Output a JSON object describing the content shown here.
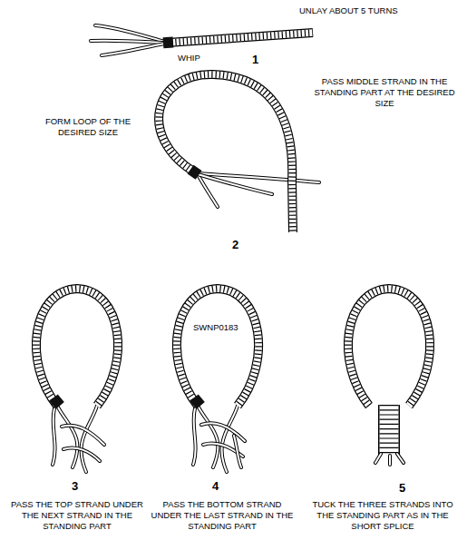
{
  "diagram": {
    "labels": [
      "UNLAY ABOUT 5 TURNS",
      "WHIP",
      "1",
      "FORM LOOP OF THE DESIRED SIZE",
      "PASS MIDDLE STRAND IN THE STANDING PART AT THE DESIRED SIZE",
      "2",
      "3",
      "SWNP0183",
      "4",
      "5",
      "PASS THE TOP STRAND UNDER THE NEXT STRAND IN THE STANDING PART",
      "PASS THE BOTTOM STRAND UNDER THE LAST STRAND IN THE STANDING PART",
      "TUCK THE THREE STRANDS INTO THE STANDING PART AS IN THE SHORT SPLICE"
    ]
  }
}
